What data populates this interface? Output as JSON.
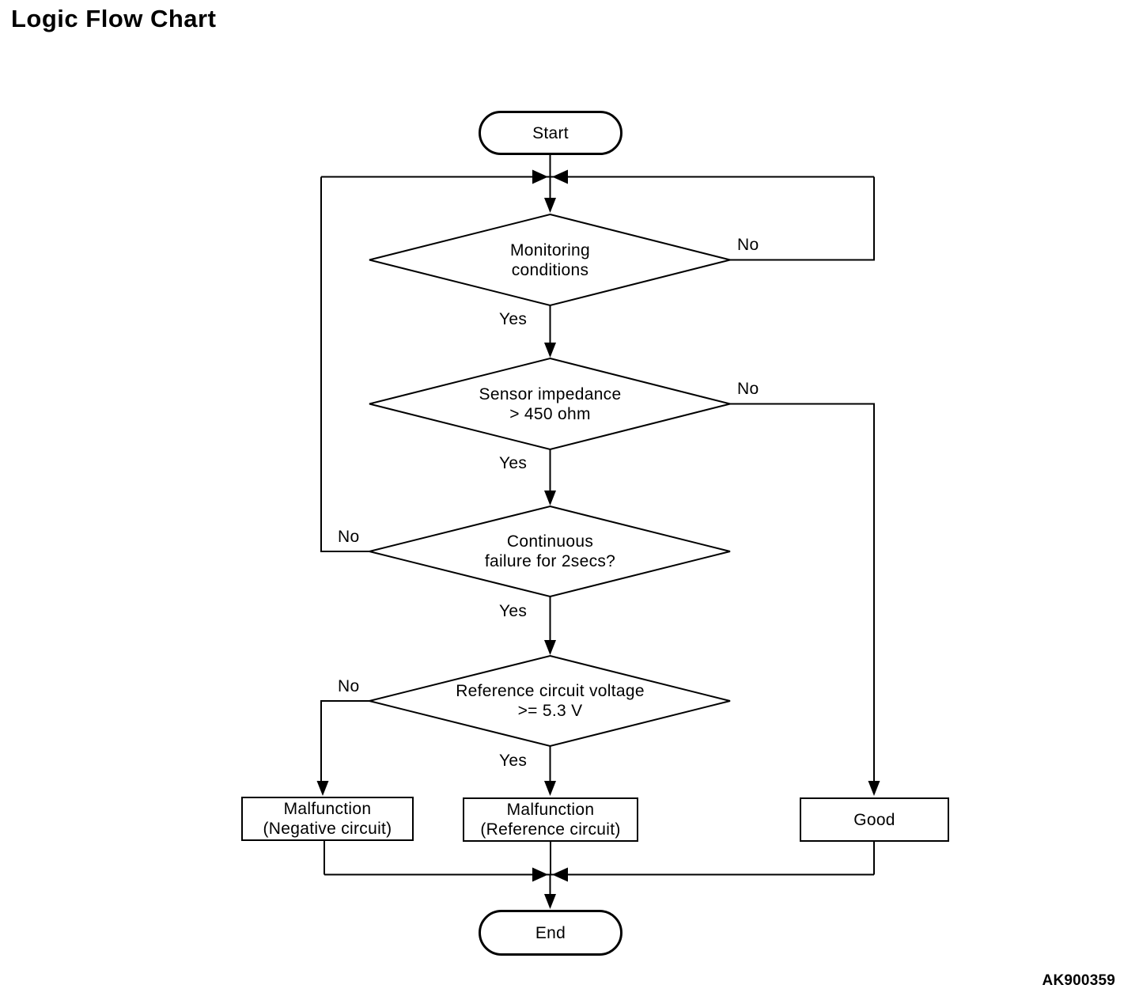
{
  "page": {
    "title": "Logic Flow Chart",
    "figure_code": "AK900359"
  },
  "flowchart": {
    "nodes": {
      "start": {
        "label": "Start",
        "type": "terminator"
      },
      "monitoring": {
        "label": "Monitoring\nconditions",
        "type": "decision"
      },
      "impedance": {
        "label": "Sensor impedance\n> 450 ohm",
        "type": "decision"
      },
      "continuous": {
        "label": "Continuous\nfailure for 2secs?",
        "type": "decision"
      },
      "reference": {
        "label": "Reference circuit voltage\n>= 5.3 V",
        "type": "decision"
      },
      "malfunction_negative": {
        "label": "Malfunction\n(Negative circuit)",
        "type": "process"
      },
      "malfunction_reference": {
        "label": "Malfunction\n(Reference circuit)",
        "type": "process"
      },
      "good": {
        "label": "Good",
        "type": "process"
      },
      "end": {
        "label": "End",
        "type": "terminator"
      }
    },
    "branch_labels": {
      "monitoring_yes": "Yes",
      "monitoring_no": "No",
      "impedance_yes": "Yes",
      "impedance_no": "No",
      "continuous_yes": "Yes",
      "continuous_no": "No",
      "reference_yes": "Yes",
      "reference_no": "No"
    },
    "colors": {
      "line": "#000000",
      "fill": "#ffffff"
    }
  }
}
